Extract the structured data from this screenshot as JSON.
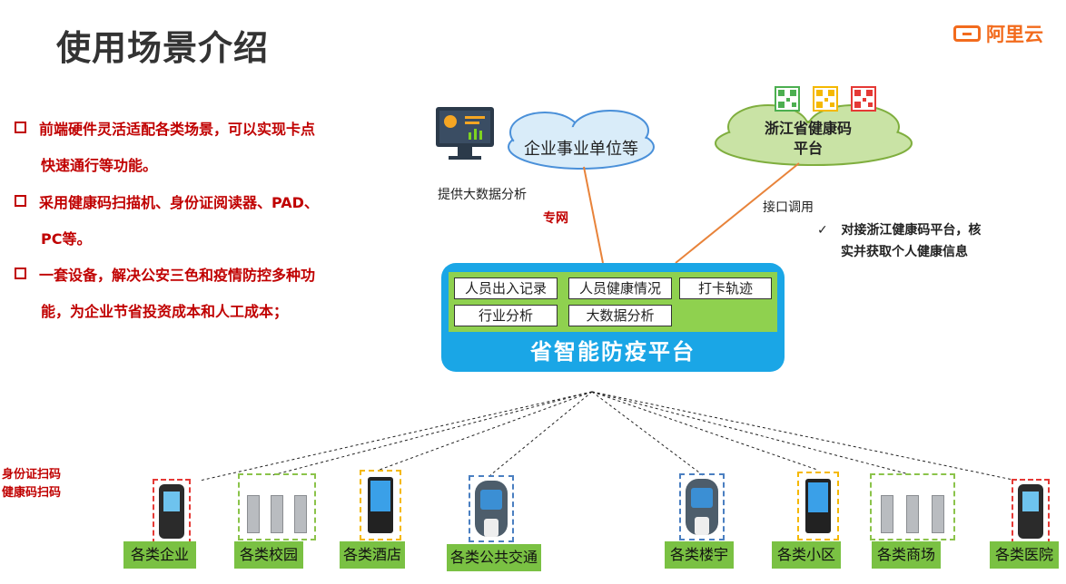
{
  "header": {
    "title": "使用场景介绍",
    "logo_text": "阿里云"
  },
  "bullets": [
    {
      "line1": "前端硬件灵活适配各类场景，可以实现卡点",
      "line2": "快速通行等功能。"
    },
    {
      "line1": "采用健康码扫描机、身份证阅读器、PAD、",
      "line2": "PC等。"
    },
    {
      "line1": "一套设备，解决公安三色和疫情防控多种功",
      "line2": "能，为企业节省投资成本和人工成本；"
    }
  ],
  "side_note": {
    "line1": "身份证扫码",
    "line2": "健康码扫码"
  },
  "enterprise_cloud": {
    "label": "企业事业单位等"
  },
  "health_cloud": {
    "line1": "浙江省健康码",
    "line2": "平台"
  },
  "link_labels": {
    "big_data": "提供大数据分析",
    "private_net": "专网",
    "interface": "接口调用"
  },
  "check_note": {
    "mark": "✓",
    "line1": "对接浙江健康码平台，核",
    "line2": "实并获取个人健康信息"
  },
  "platform": {
    "name": "省智能防疫平台",
    "tags": [
      "人员出入记录",
      "人员健康情况",
      "打卡轨迹",
      "行业分析",
      "大数据分析"
    ]
  },
  "devices": [
    "各类企业",
    "各类校园",
    "各类酒店",
    "各类公共交通",
    "各类楼宇",
    "各类小区",
    "各类商场",
    "各类医院"
  ],
  "colors": {
    "red": "#c00000",
    "green": "#7ac143",
    "blue": "#1aa6e6",
    "orange": "#f26b1d",
    "yellow": "#f5b800"
  }
}
